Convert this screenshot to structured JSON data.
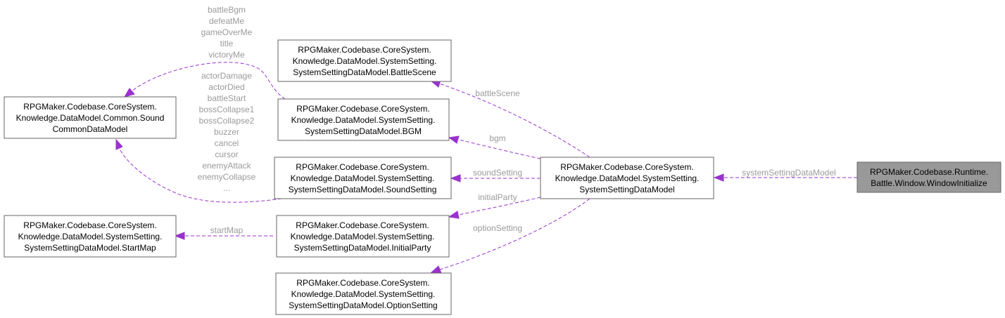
{
  "nodes": {
    "window_initialize": [
      "RPGMaker.Codebase.Runtime.",
      "Battle.Window.WindowInitialize"
    ],
    "system_setting": [
      "RPGMaker.Codebase.CoreSystem.",
      "Knowledge.DataModel.SystemSetting.",
      "SystemSettingDataModel"
    ],
    "battle_scene": [
      "RPGMaker.Codebase.CoreSystem.",
      "Knowledge.DataModel.SystemSetting.",
      "SystemSettingDataModel.BattleScene"
    ],
    "bgm": [
      "RPGMaker.Codebase.CoreSystem.",
      "Knowledge.DataModel.SystemSetting.",
      "SystemSettingDataModel.BGM"
    ],
    "sound_setting": [
      "RPGMaker.Codebase.CoreSystem.",
      "Knowledge.DataModel.SystemSetting.",
      "SystemSettingDataModel.SoundSetting"
    ],
    "initial_party": [
      "RPGMaker.Codebase.CoreSystem.",
      "Knowledge.DataModel.SystemSetting.",
      "SystemSettingDataModel.InitialParty"
    ],
    "option_setting": [
      "RPGMaker.Codebase.CoreSystem.",
      "Knowledge.DataModel.SystemSetting.",
      "SystemSettingDataModel.OptionSetting"
    ],
    "sound_common": [
      "RPGMaker.Codebase.CoreSystem.",
      "Knowledge.DataModel.Common.Sound",
      "CommonDataModel"
    ],
    "start_map": [
      "RPGMaker.Codebase.CoreSystem.",
      "Knowledge.DataModel.SystemSetting.",
      "SystemSettingDataModel.StartMap"
    ]
  },
  "edge_labels": {
    "system_setting_data_model": "systemSettingDataModel",
    "battle_scene": "battleScene",
    "bgm": "bgm",
    "sound_setting": "soundSetting",
    "initial_party": "initialParty",
    "option_setting": "optionSetting",
    "start_map": "startMap",
    "bgm_to_sound": [
      "battleBgm",
      "defeatMe",
      "gameOverMe",
      "title",
      "victoryMe"
    ],
    "sound_setting_to_sound": [
      "actorDamage",
      "actorDied",
      "battleStart",
      "bossCollapse1",
      "bossCollapse2",
      "buzzer",
      "cancel",
      "cursor",
      "enemyAttack",
      "enemyCollapse",
      "..."
    ]
  },
  "colors": {
    "edge": "#9a32cd",
    "label": "#9a9a9a",
    "highlight_fill": "#999999",
    "node_border": "#666666"
  }
}
